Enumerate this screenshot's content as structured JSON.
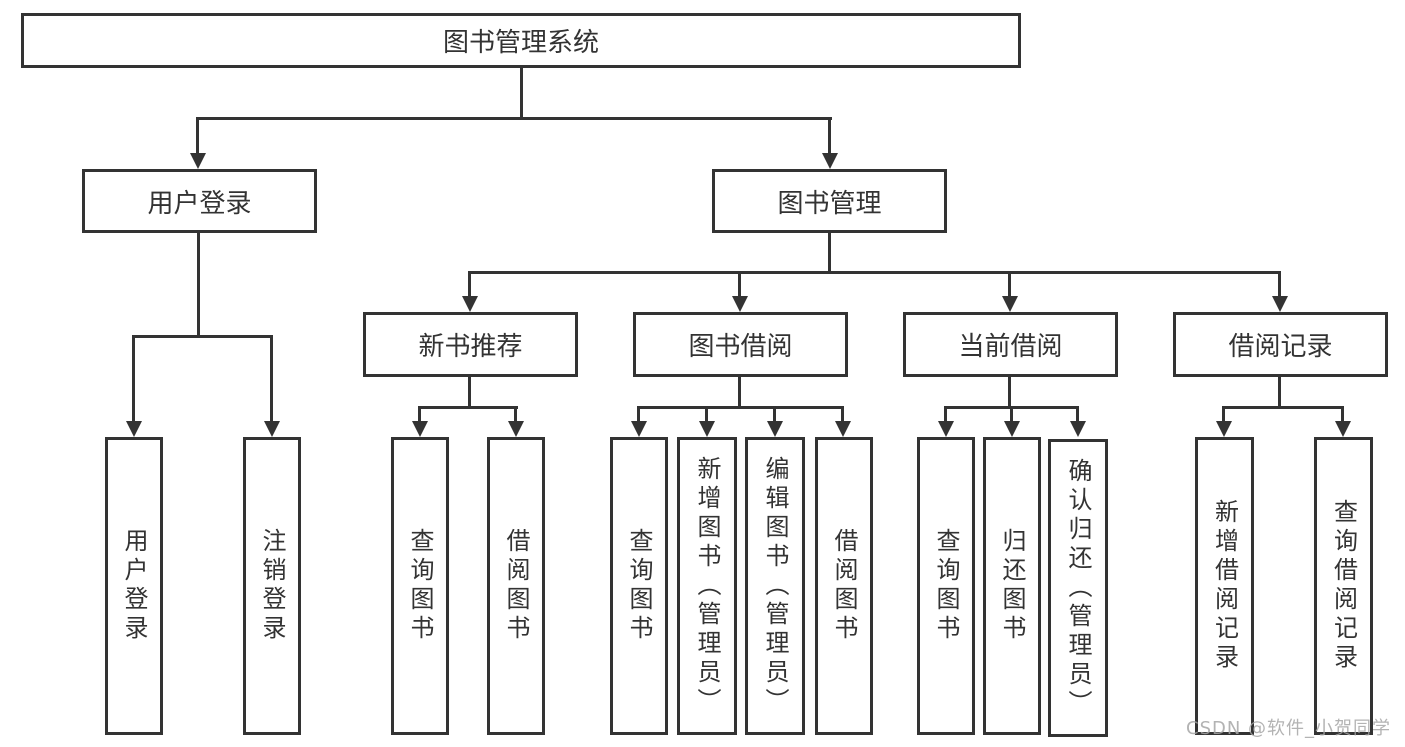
{
  "diagram": {
    "root": {
      "label": "图书管理系统"
    },
    "branches": [
      {
        "label": "用户登录",
        "children": [
          {
            "label": "用户登录"
          },
          {
            "label": "注销登录"
          }
        ]
      },
      {
        "label": "图书管理",
        "children": [
          {
            "label": "新书推荐",
            "children": [
              {
                "label": "查询图书"
              },
              {
                "label": "借阅图书"
              }
            ]
          },
          {
            "label": "图书借阅",
            "children": [
              {
                "label": "查询图书"
              },
              {
                "label": "新增图书（管理员）"
              },
              {
                "label": "编辑图书（管理员）"
              },
              {
                "label": "借阅图书"
              }
            ]
          },
          {
            "label": "当前借阅",
            "children": [
              {
                "label": "查询图书"
              },
              {
                "label": "归还图书"
              },
              {
                "label": "确认归还（管理员）"
              }
            ]
          },
          {
            "label": "借阅记录",
            "children": [
              {
                "label": "新增借阅记录"
              },
              {
                "label": "查询借阅记录"
              }
            ]
          }
        ]
      }
    ],
    "watermark": "CSDN @软件_小贺同学",
    "colors": {
      "line": "#333333",
      "text": "#333333",
      "background": "#ffffff",
      "watermark": "#a6a6a6"
    }
  }
}
